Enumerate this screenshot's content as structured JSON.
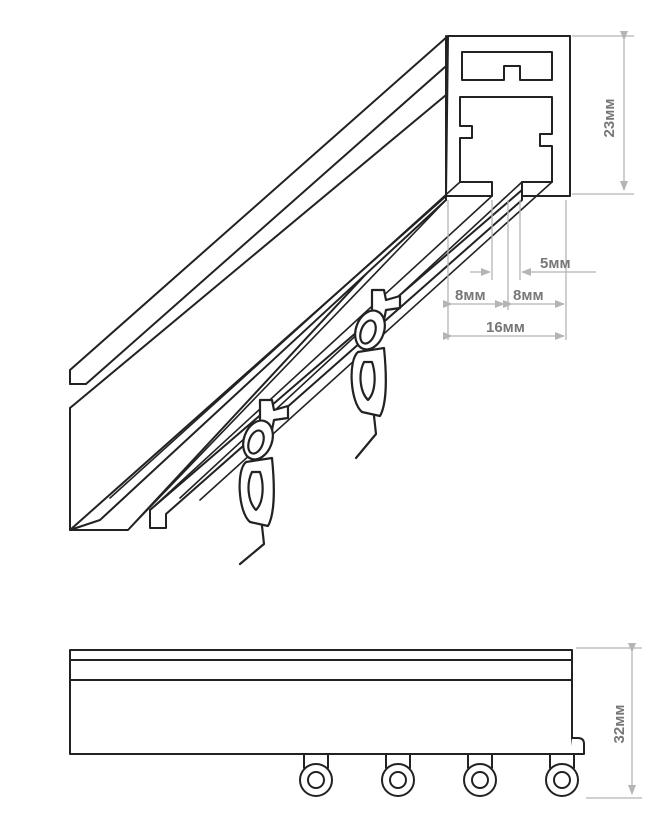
{
  "dimensions": {
    "height_profile": "23мм",
    "gap_small": "5мм",
    "slot_left": "8мм",
    "slot_right": "8мм",
    "width_total": "16мм",
    "height_total": "32мм"
  },
  "colors": {
    "outline": "#222222",
    "dimension_line": "#b5b5b5",
    "dimension_text": "#777777",
    "background": "#ffffff"
  }
}
